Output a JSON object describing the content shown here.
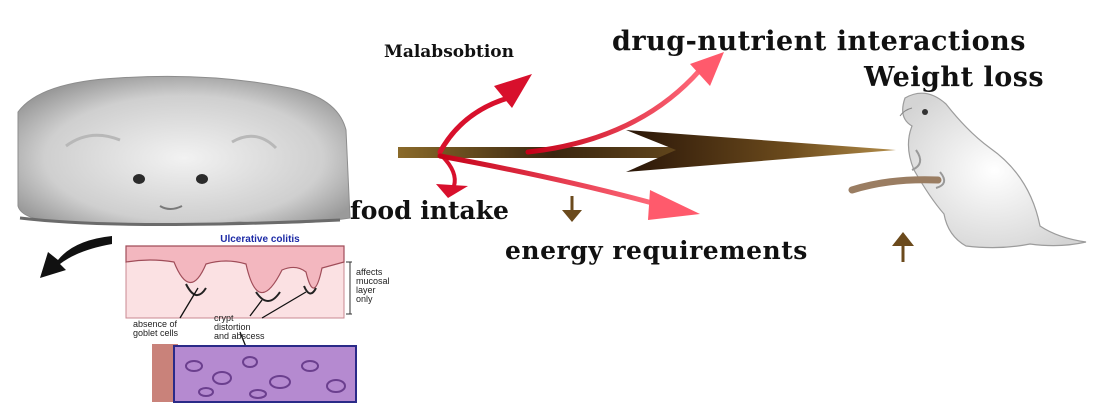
{
  "labels": {
    "malabsorption": "Malabsobtion",
    "drug_nutrient": "drug-nutrient interactions",
    "weight_loss": "Weight loss",
    "food_intake": "food intake",
    "energy_requirements": "energy requirements"
  },
  "inset": {
    "title": "Ulcerative colitis",
    "affects": "affects\nmucosal\nlayer\nonly",
    "absence": "absence of\ngoblet cells",
    "crypt": "crypt\ndistortion\nand abscess"
  },
  "colors": {
    "red_arrow": "#d8102c",
    "brown_arrow": "#5a3a12",
    "inset_title": "#1c2aa6",
    "histology": "#b58ad0",
    "mucosa": "#f3b7bf"
  }
}
